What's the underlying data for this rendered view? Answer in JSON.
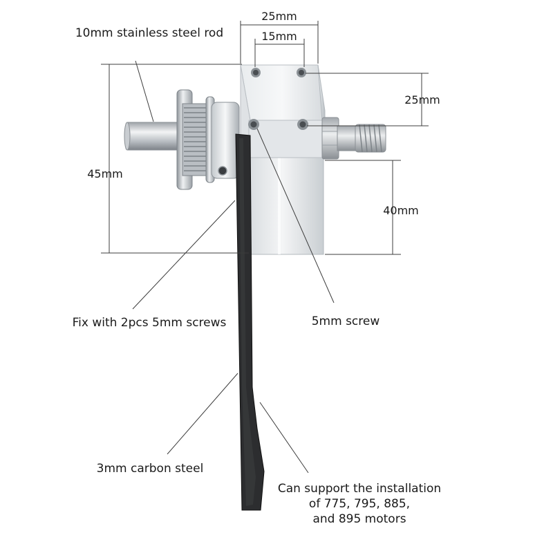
{
  "labels": {
    "rod": "10mm stainless steel rod",
    "fix": "Fix with 2pcs  5mm screws",
    "screw": "5mm screw",
    "plate": "3mm carbon steel",
    "motors": [
      "Can support the installation",
      "of 775, 795, 885,",
      "and 895 motors"
    ]
  },
  "dimensions": {
    "top_width": "25mm",
    "hole_spacing_top": "15mm",
    "hole_spacing_side": "25mm",
    "overall_height": "45mm",
    "block_lower_height": "40mm"
  }
}
